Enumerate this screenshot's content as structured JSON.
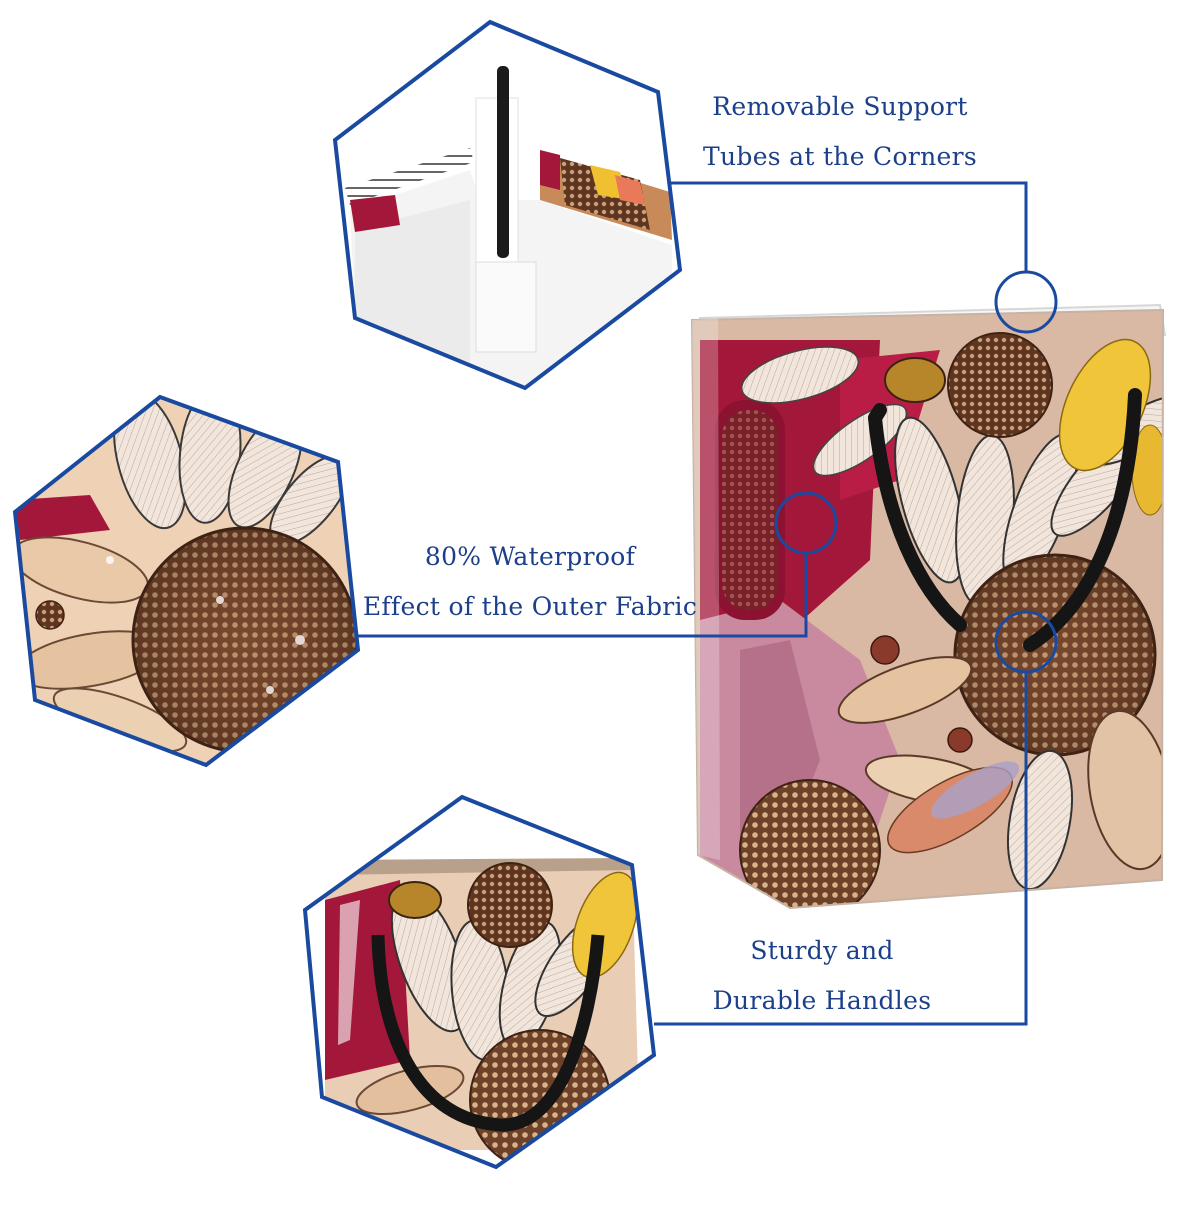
{
  "features": {
    "support_tubes": {
      "line1": "Removable Support",
      "line2": "Tubes at the Corners"
    },
    "waterproof": {
      "line1": "80% Waterproof",
      "line2": "Effect of the Outer Fabric"
    },
    "handles": {
      "line1": "Sturdy and",
      "line2": "Durable Handles"
    }
  },
  "colors": {
    "accent": "#1a4aa0",
    "text": "#1c3f8a",
    "crimson": "#a3173a",
    "pink": "#c98aa0",
    "cream": "#f1d9c2",
    "brown": "#5a3320",
    "handle": "#151515"
  }
}
